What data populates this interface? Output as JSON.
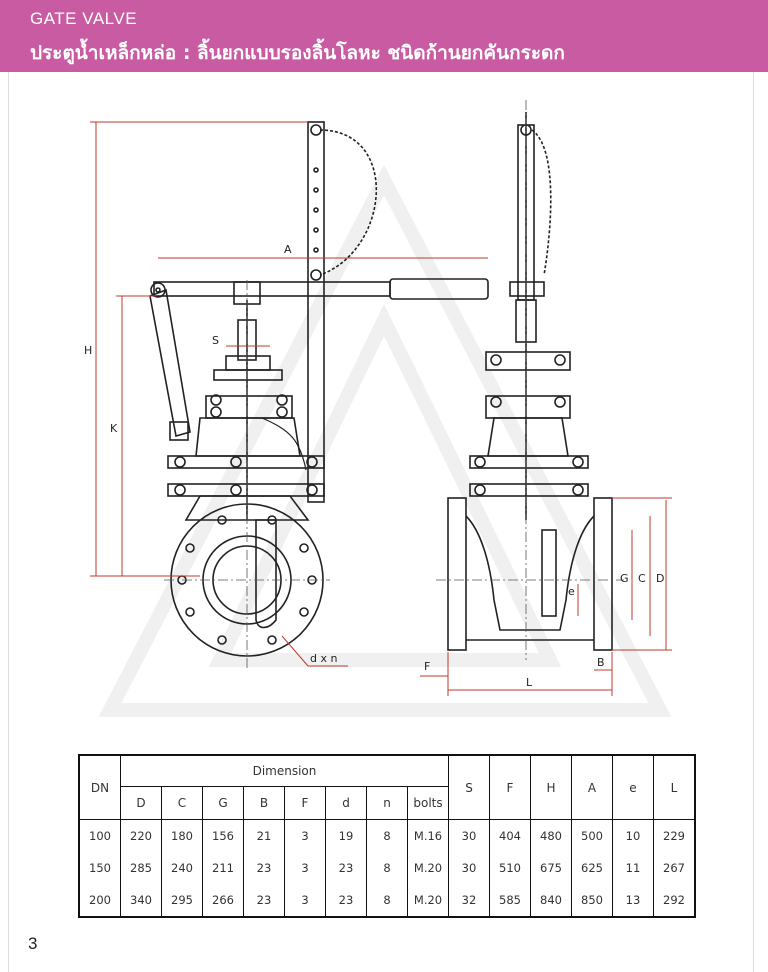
{
  "header": {
    "title_en": "GATE VALVE",
    "title_th": "ประตูน้ำเหล็กหล่อ : ลิ้นยกแบบรองลิ้นโลหะ ชนิดก้านยกคันกระดก"
  },
  "drawing_labels": {
    "A": "A",
    "H": "H",
    "K": "K",
    "S": "S",
    "dxn": "d x n",
    "F": "F",
    "L": "L",
    "B": "B",
    "e": "e",
    "G": "G",
    "C": "C",
    "D": "D"
  },
  "table": {
    "dn_header": "DN",
    "dimension_header": "Dimension",
    "dim_columns": [
      "D",
      "C",
      "G",
      "B",
      "F",
      "d",
      "n",
      "bolts"
    ],
    "extra_columns": [
      "S",
      "F",
      "H",
      "A",
      "e",
      "L"
    ],
    "rows": [
      [
        "100",
        "220",
        "180",
        "156",
        "21",
        "3",
        "19",
        "8",
        "M.16",
        "30",
        "404",
        "480",
        "500",
        "10",
        "229"
      ],
      [
        "150",
        "285",
        "240",
        "211",
        "23",
        "3",
        "23",
        "8",
        "M.20",
        "30",
        "510",
        "675",
        "625",
        "11",
        "267"
      ],
      [
        "200",
        "340",
        "295",
        "266",
        "23",
        "3",
        "23",
        "8",
        "M.20",
        "32",
        "585",
        "840",
        "850",
        "13",
        "292"
      ]
    ]
  },
  "page_number": "3",
  "colors": {
    "header_bg": "#c95ba3",
    "line": "#222222",
    "dimension_line": "#c0392b",
    "center_line": "#555555"
  }
}
